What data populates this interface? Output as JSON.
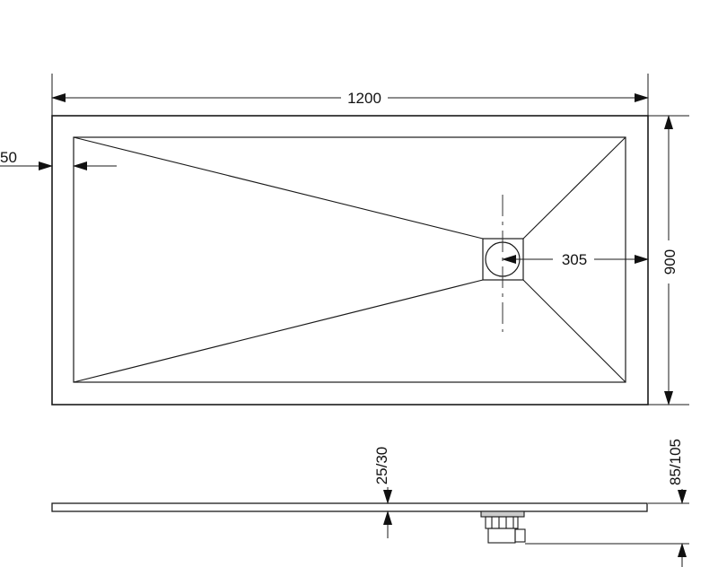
{
  "top_view": {
    "width_label": "1200",
    "depth_label": "900",
    "rim_label": "50",
    "drain_offset_label": "305"
  },
  "side_view": {
    "thickness_label": "25/30",
    "drain_height_label": "85/105"
  },
  "colors": {
    "line": "#1a1a1a",
    "background": "#ffffff",
    "drain_fill": "#cccccc"
  }
}
